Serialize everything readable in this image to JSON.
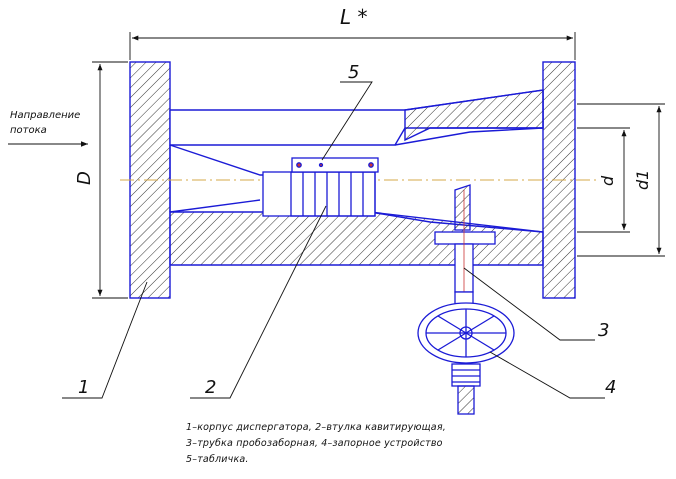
{
  "dimensions": {
    "length": "L *",
    "outer_diameter": "D",
    "inner_diameter": "d",
    "flange_diameter": "d1"
  },
  "flow_direction": [
    "Направление",
    "потока"
  ],
  "callouts": [
    "1",
    "2",
    "3",
    "4",
    "5"
  ],
  "legend": [
    "1–корпус диспергатора, 2–втулка кавитирующая,",
    "3–трубка пробозаборная, 4–запорное устройство",
    "5–табличка."
  ],
  "colors": {
    "outline": "#1b1bd6",
    "hatch": "#222222",
    "centerline": "#d4a84a",
    "dimension": "#111111"
  }
}
